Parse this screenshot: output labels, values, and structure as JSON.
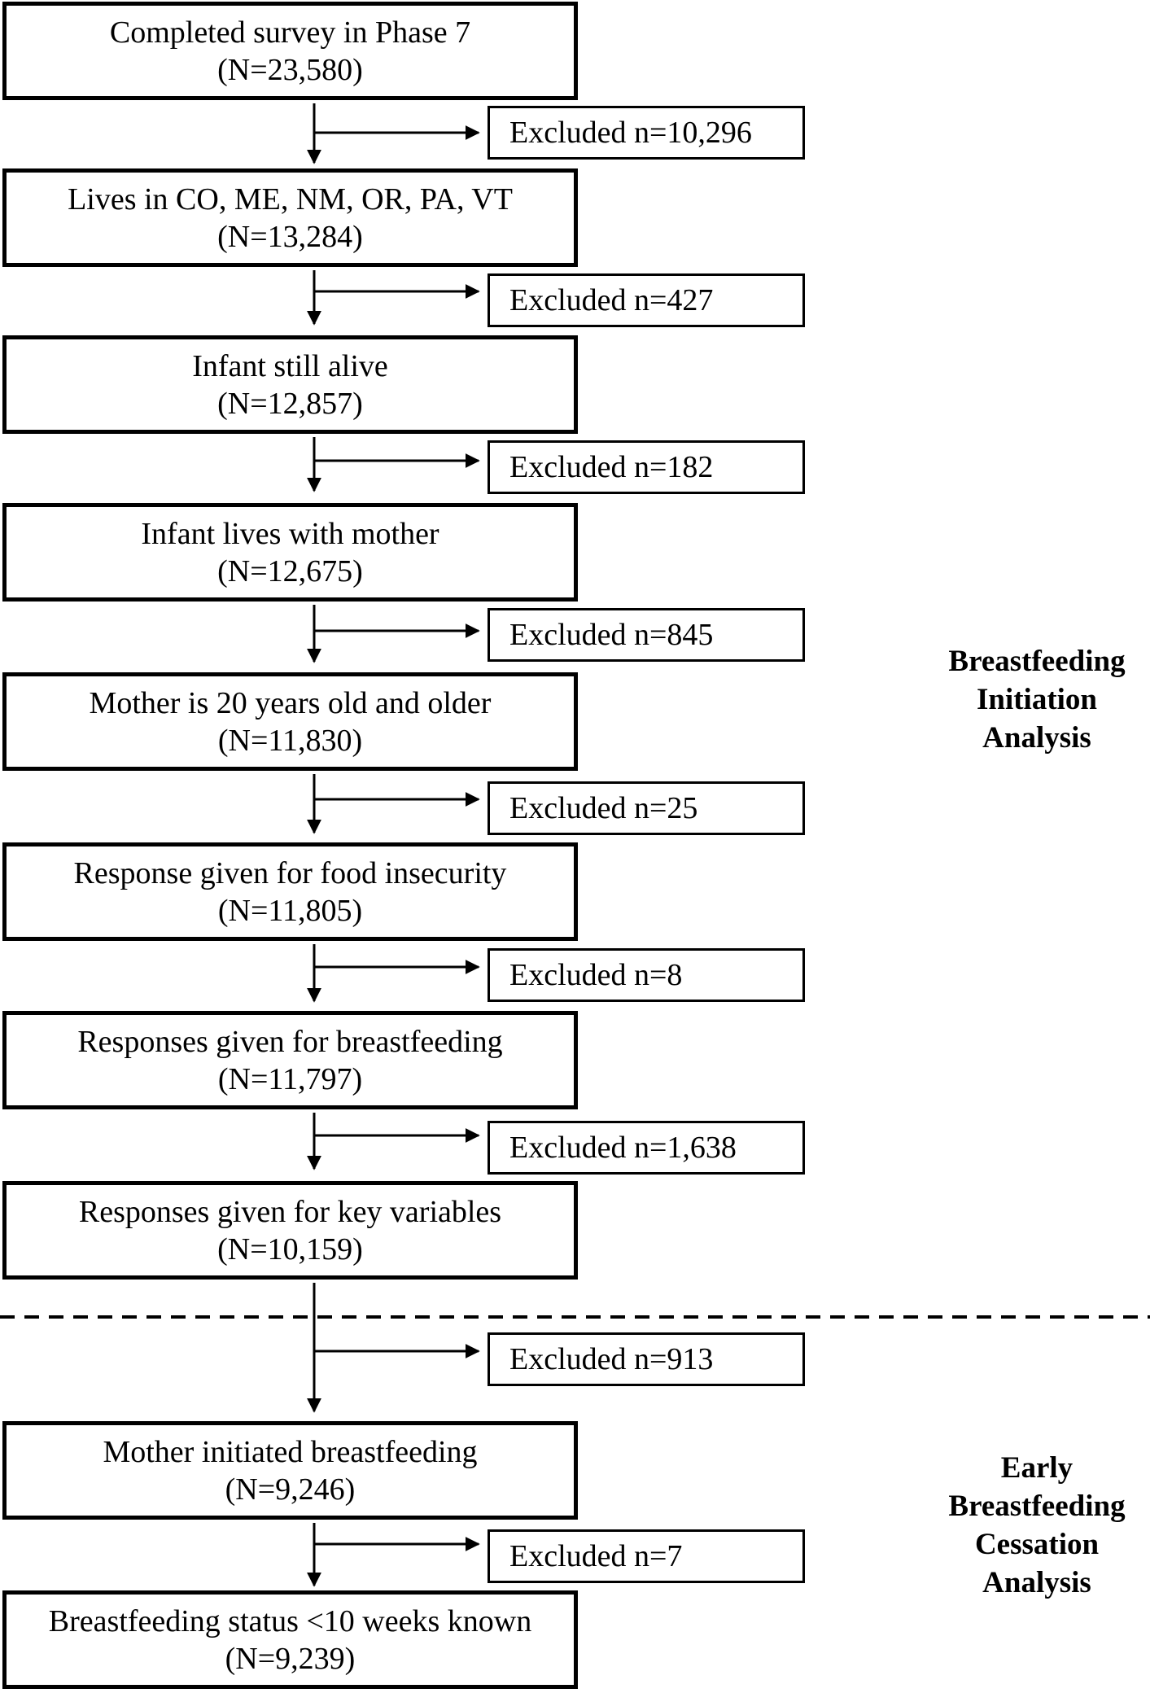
{
  "flow": [
    {
      "title": "Completed survey in Phase 7",
      "count": "(N=23,580)",
      "excluded": "Excluded n=10,296"
    },
    {
      "title": "Lives in CO, ME, NM, OR, PA, VT",
      "count": "(N=13,284)",
      "excluded": "Excluded n=427"
    },
    {
      "title": "Infant still alive",
      "count": "(N=12,857)",
      "excluded": "Excluded n=182"
    },
    {
      "title": "Infant lives with mother",
      "count": "(N=12,675)",
      "excluded": "Excluded n=845"
    },
    {
      "title": "Mother is 20 years old and older",
      "count": "(N=11,830)",
      "excluded": "Excluded n=25"
    },
    {
      "title": "Response given for food insecurity",
      "count": "(N=11,805)",
      "excluded": "Excluded n=8"
    },
    {
      "title": "Responses given for breastfeeding",
      "count": "(N=11,797)",
      "excluded": "Excluded n=1,638"
    },
    {
      "title": "Responses given for key variables",
      "count": "(N=10,159)",
      "excluded": "Excluded n=913"
    },
    {
      "title": "Mother initiated breastfeeding",
      "count": "(N=9,246)",
      "excluded": "Excluded n=7"
    },
    {
      "title": "Breastfeeding status <10 weeks known",
      "count": "(N=9,239)",
      "excluded": ""
    }
  ],
  "section_labels": {
    "initiation": [
      "Breastfeeding",
      "Initiation",
      "Analysis"
    ],
    "cessation": [
      "Early",
      "Breastfeeding",
      "Cessation",
      "Analysis"
    ]
  }
}
